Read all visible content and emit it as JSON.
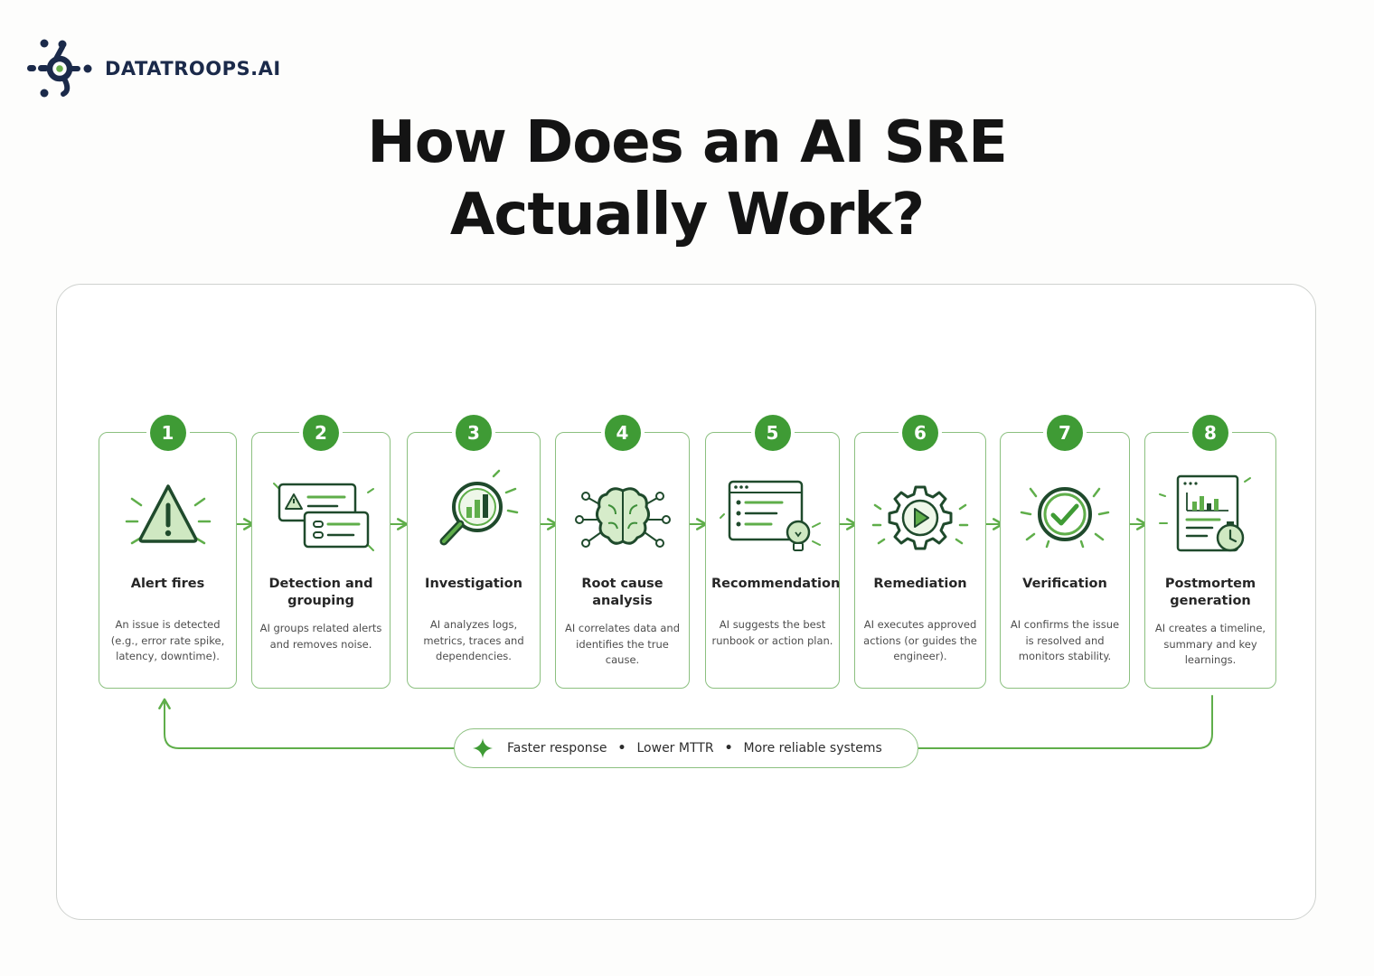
{
  "brand": {
    "name": "DATATROOPS.AI"
  },
  "title": {
    "line1": "How Does an AI SRE",
    "line2": "Actually Work?"
  },
  "colors": {
    "accent": "#3f9b35",
    "card_border": "#8cc080",
    "brand_dark": "#1b2a4a"
  },
  "steps": [
    {
      "number": "1",
      "title": "Alert fires",
      "description": "An issue is detected (e.g., error rate spike, latency, downtime).",
      "icon": "warning-icon"
    },
    {
      "number": "2",
      "title": "Detection and grouping",
      "description": "AI groups related alerts and removes noise.",
      "icon": "alert-list-icon"
    },
    {
      "number": "3",
      "title": "Investigation",
      "description": "AI analyzes logs, metrics, traces and dependencies.",
      "icon": "magnifier-chart-icon"
    },
    {
      "number": "4",
      "title": "Root cause analysis",
      "description": "AI correlates data and identifies the true cause.",
      "icon": "brain-network-icon"
    },
    {
      "number": "5",
      "title": "Recommendation",
      "description": "AI suggests the best runbook or action plan.",
      "icon": "runbook-lightbulb-icon"
    },
    {
      "number": "6",
      "title": "Remediation",
      "description": "AI executes approved actions (or guides the engineer).",
      "icon": "gear-play-icon"
    },
    {
      "number": "7",
      "title": "Verification",
      "description": "AI confirms the issue is resolved and monitors stability.",
      "icon": "check-circle-icon"
    },
    {
      "number": "8",
      "title": "Postmortem generation",
      "description": "AI creates a timeline, summary and key learnings.",
      "icon": "report-clock-icon"
    }
  ],
  "benefits": [
    "Faster response",
    "Lower MTTR",
    "More reliable systems"
  ]
}
